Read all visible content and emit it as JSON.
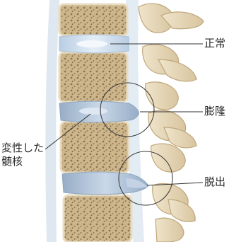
{
  "labels": {
    "normal": "正常",
    "bulging": "膨隆",
    "degenerated_line1": "変性した",
    "degenerated_line2": "髄核",
    "herniated": "脱出"
  },
  "colors": {
    "bone_cortex": "#e8dcc2",
    "bone_marrow": "#cbb58e",
    "bone_pore": "#8f7650",
    "disc_normal": "#cfe0f0",
    "disc_degenerated": "#aabfd6",
    "nucleus": "#e9f2fb",
    "posterior_bone": "#e6d6b4",
    "leader_line": "#333333",
    "ligament": "#d9e3ee"
  }
}
